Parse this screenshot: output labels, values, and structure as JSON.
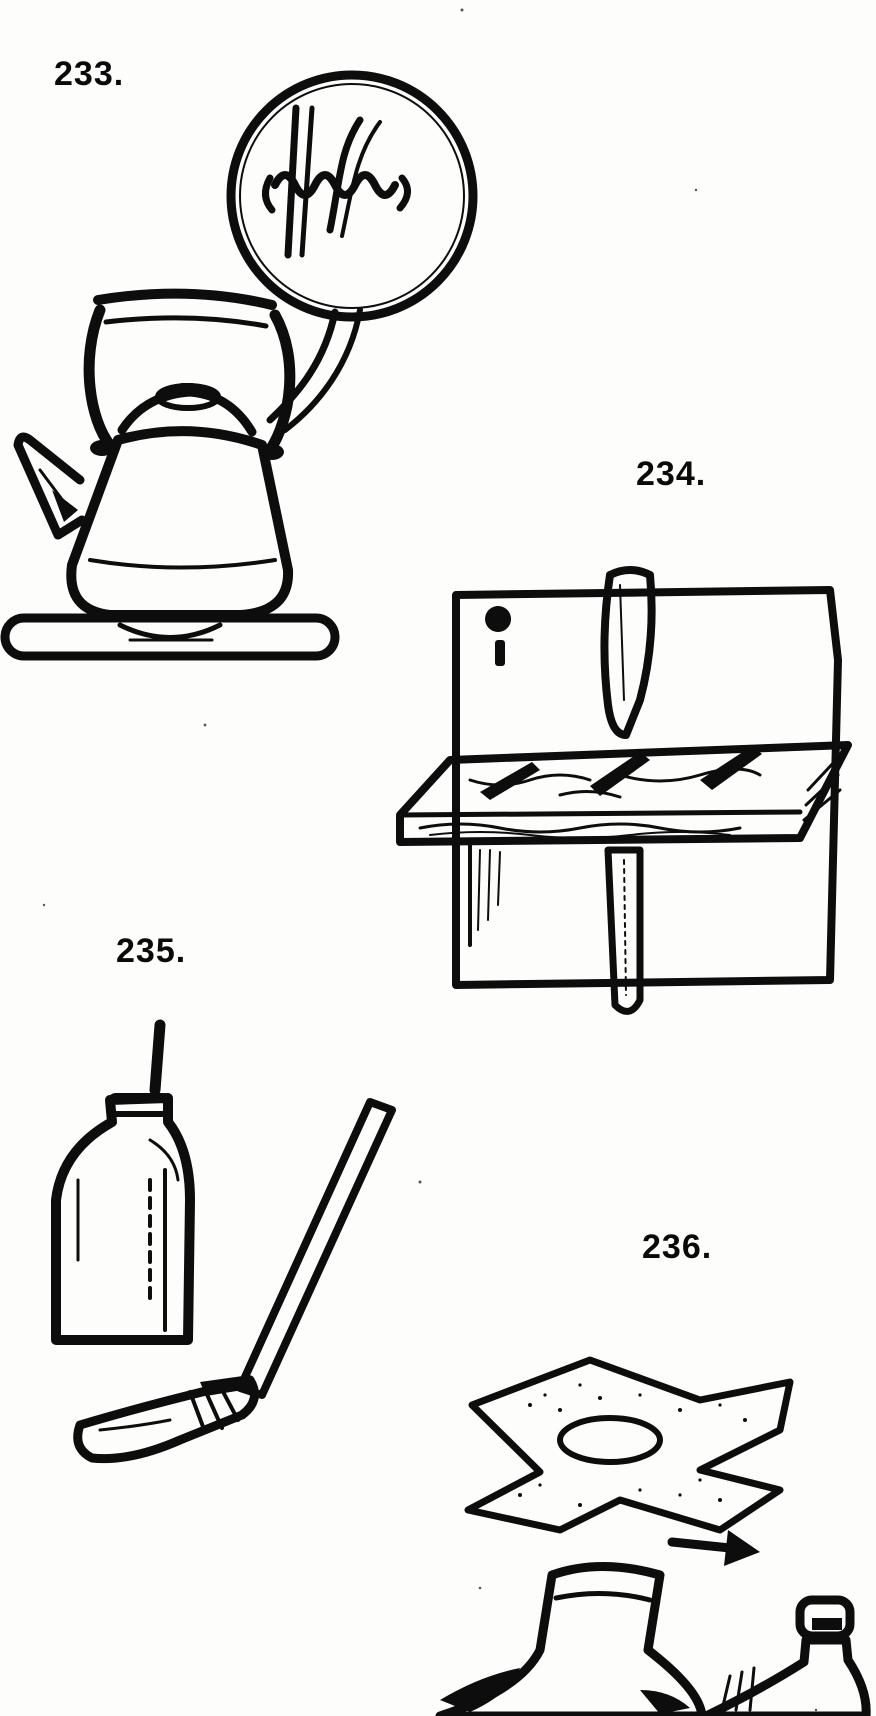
{
  "figures": [
    {
      "number": "233.",
      "subject": "kettle-with-wire-wrapped-handle"
    },
    {
      "number": "234.",
      "subject": "wall-shelf-with-knife-slots"
    },
    {
      "number": "235.",
      "subject": "bottle-with-swab-stick"
    },
    {
      "number": "236.",
      "subject": "bottle-necks-with-patch"
    }
  ],
  "colors": {
    "ink": "#0d0d0d",
    "paper": "#fdfdfb"
  }
}
